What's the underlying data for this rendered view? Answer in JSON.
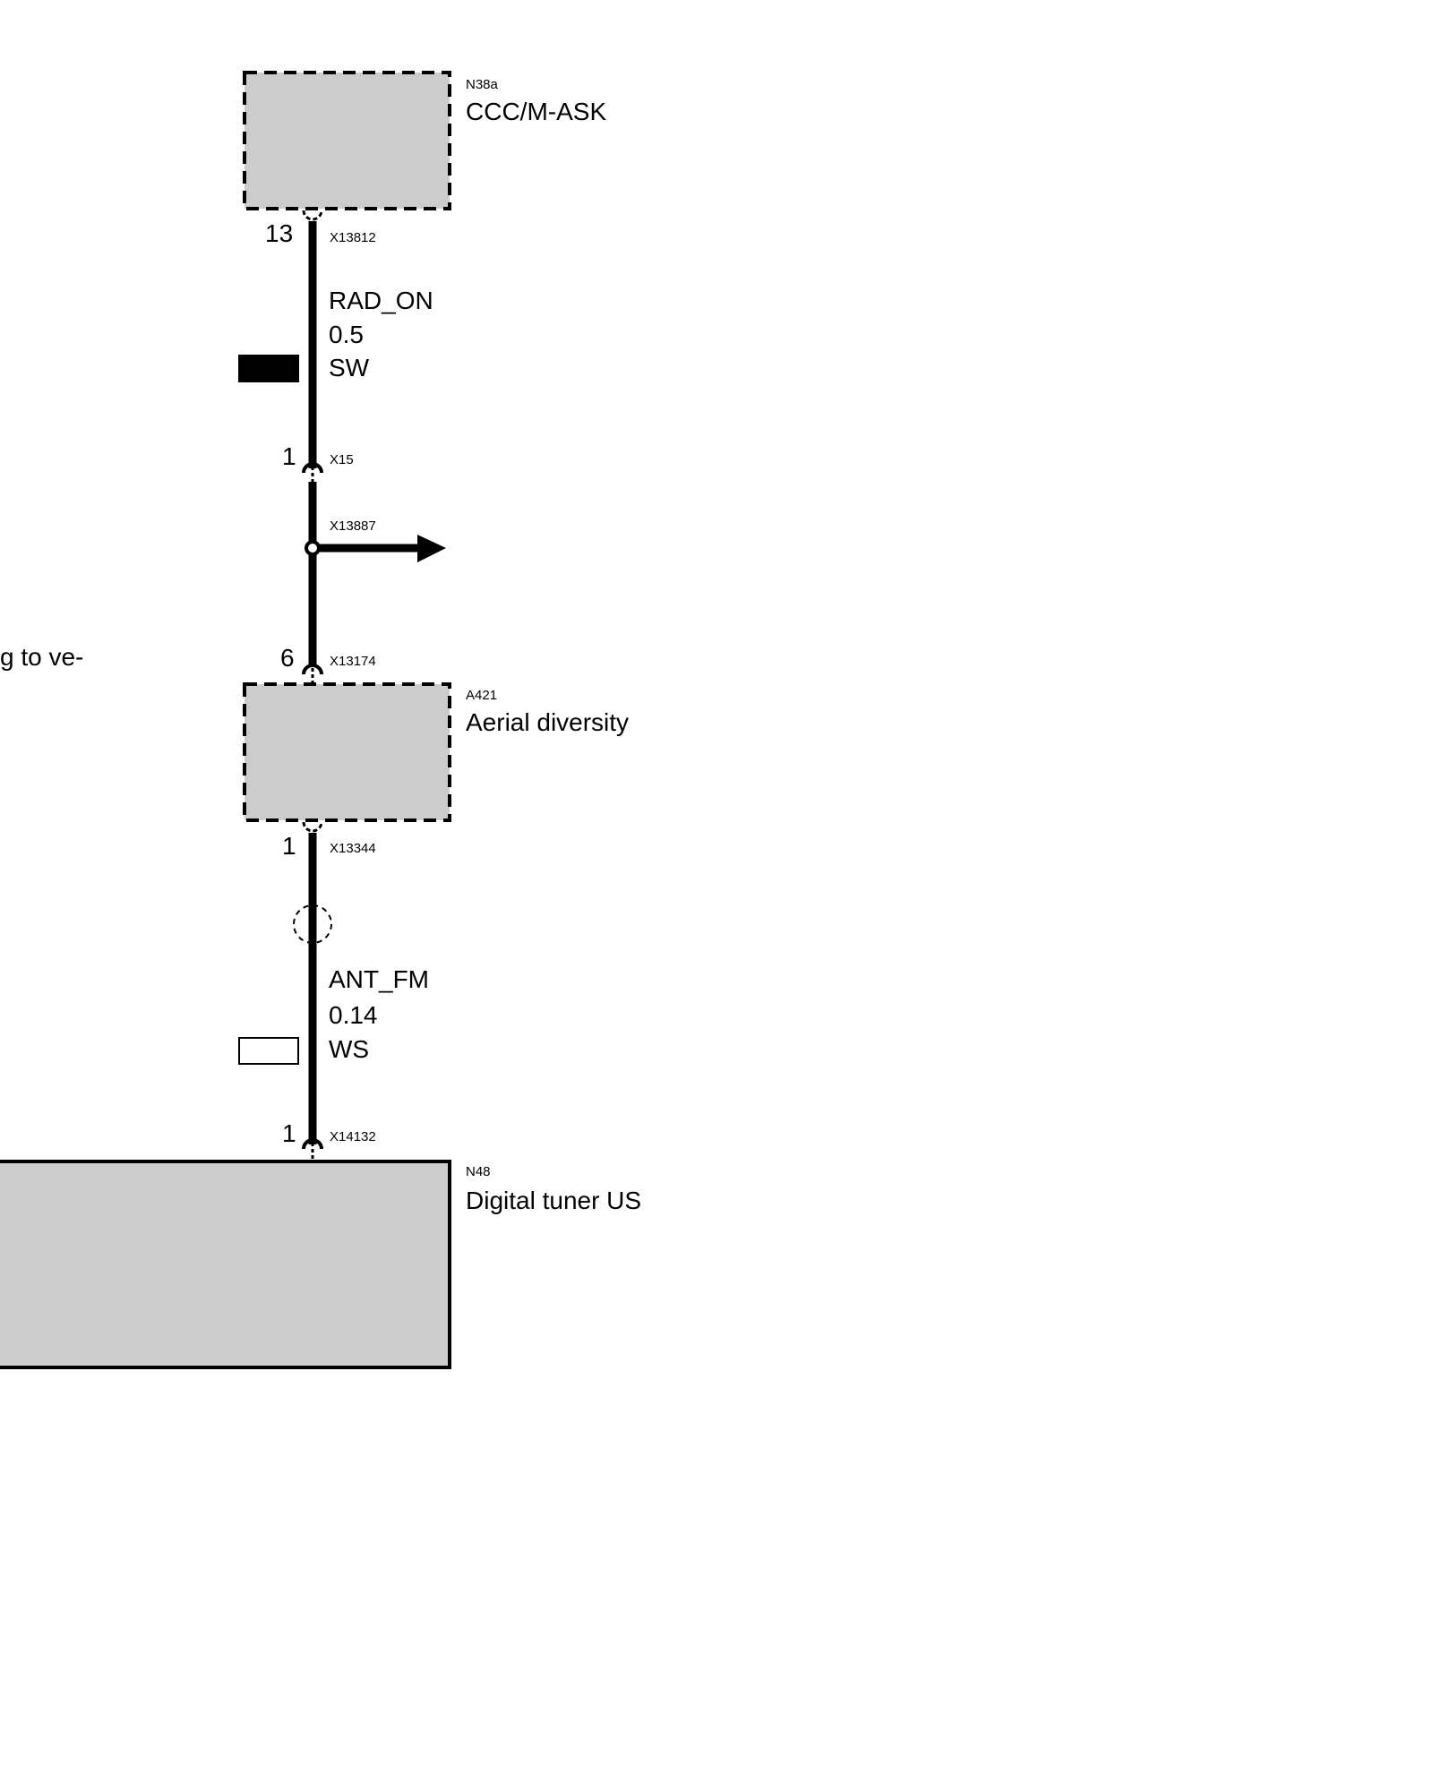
{
  "side_note": "g to ve-",
  "components": {
    "top": {
      "ref": "N38a",
      "name": "CCC/M-ASK",
      "fill": "#cccccc",
      "border": "dashed"
    },
    "middle": {
      "ref": "A421",
      "name": "Aerial diversity",
      "fill": "#cccccc",
      "border": "dashed"
    },
    "bottom": {
      "ref": "N48",
      "name": "Digital tuner US",
      "fill": "#cccccc",
      "border": "solid"
    }
  },
  "connectors": {
    "c1": {
      "id": "X13812",
      "pin": "13"
    },
    "c2": {
      "id": "X15",
      "pin": "1"
    },
    "c3": {
      "id": "X13887"
    },
    "c4": {
      "id": "X13174",
      "pin": "6"
    },
    "c5": {
      "id": "X13344",
      "pin": "1"
    },
    "c6": {
      "id": "X14132",
      "pin": "1"
    }
  },
  "wires": {
    "w1": {
      "signal": "RAD_ON",
      "cross_section": "0.5",
      "color_code": "SW",
      "swatch_color": "#000000"
    },
    "w2": {
      "signal": "ANT_FM",
      "cross_section": "0.14",
      "color_code": "WS",
      "swatch_color": "#ffffff"
    }
  }
}
